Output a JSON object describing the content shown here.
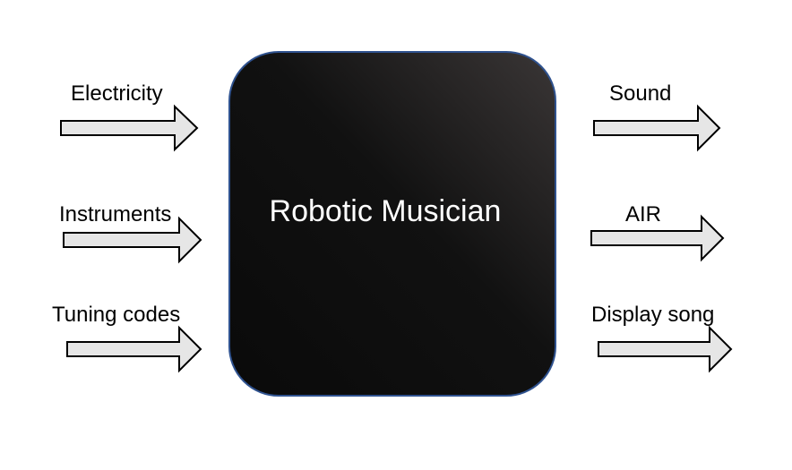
{
  "diagram": {
    "center": {
      "label": "Robotic Musician"
    },
    "inputs": [
      {
        "label": "Electricity"
      },
      {
        "label": "Instruments"
      },
      {
        "label": "Tuning codes"
      }
    ],
    "outputs": [
      {
        "label": "Sound"
      },
      {
        "label": "AIR"
      },
      {
        "label": "Display song"
      }
    ]
  }
}
